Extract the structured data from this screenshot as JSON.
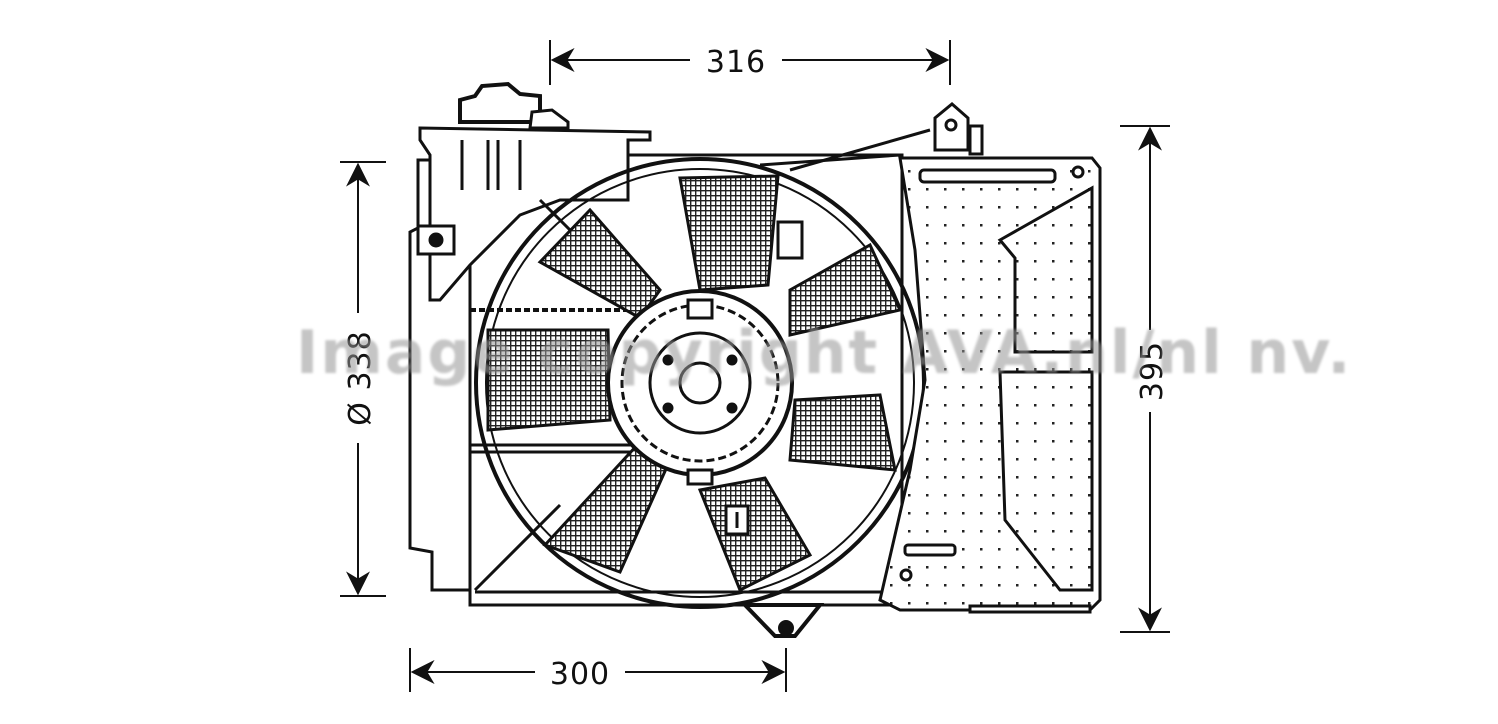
{
  "diagram": {
    "subject": "Radiator cooling fan assembly with shroud",
    "colors": {
      "line": "#111111",
      "background": "#ffffff",
      "watermark": "#9a9a9a"
    },
    "dimensions": {
      "top_width": {
        "label": "316",
        "orientation": "horizontal"
      },
      "bottom_width": {
        "label": "300",
        "orientation": "horizontal"
      },
      "fan_diameter": {
        "label": "Ø 338",
        "orientation": "vertical"
      },
      "total_height": {
        "label": "395",
        "orientation": "vertical"
      }
    },
    "watermark": {
      "text": "Image copyright AVA.nl/nl nv."
    }
  }
}
